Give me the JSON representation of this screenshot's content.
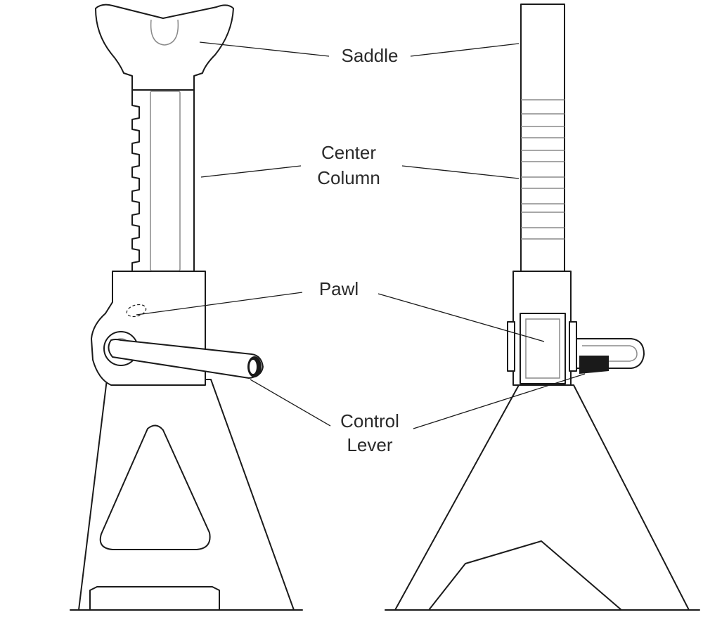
{
  "labels": {
    "saddle": "Saddle",
    "center_column_line1": "Center",
    "center_column_line2": "Column",
    "pawl": "Pawl",
    "control_lever_line1": "Control",
    "control_lever_line2": "Lever"
  }
}
